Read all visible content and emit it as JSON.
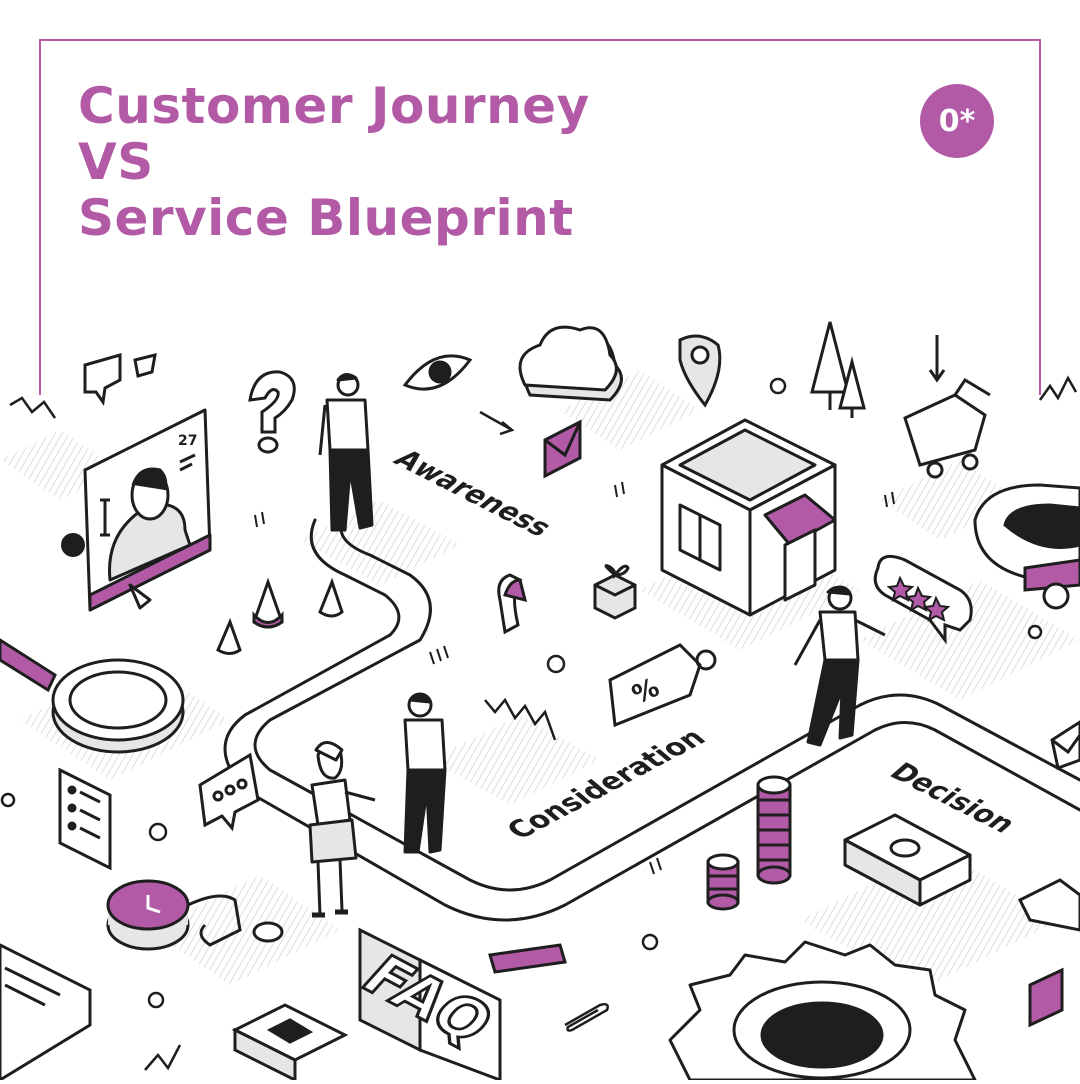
{
  "title": {
    "line1": "Customer Journey",
    "line2": "VS",
    "line3": "Service Blueprint"
  },
  "badge": {
    "label": "0*"
  },
  "journey": {
    "stage1": "Awareness",
    "stage2": "Consideration",
    "stage3": "Decision"
  },
  "illustration": {
    "faq_label": "FAQ",
    "calendar_day": "27",
    "discount_tag": "%",
    "rating_stars": 3
  },
  "colors": {
    "accent": "#b35aa7",
    "ink": "#1e1e1e",
    "shade": "#e6e6e9",
    "background": "#ffffff"
  }
}
